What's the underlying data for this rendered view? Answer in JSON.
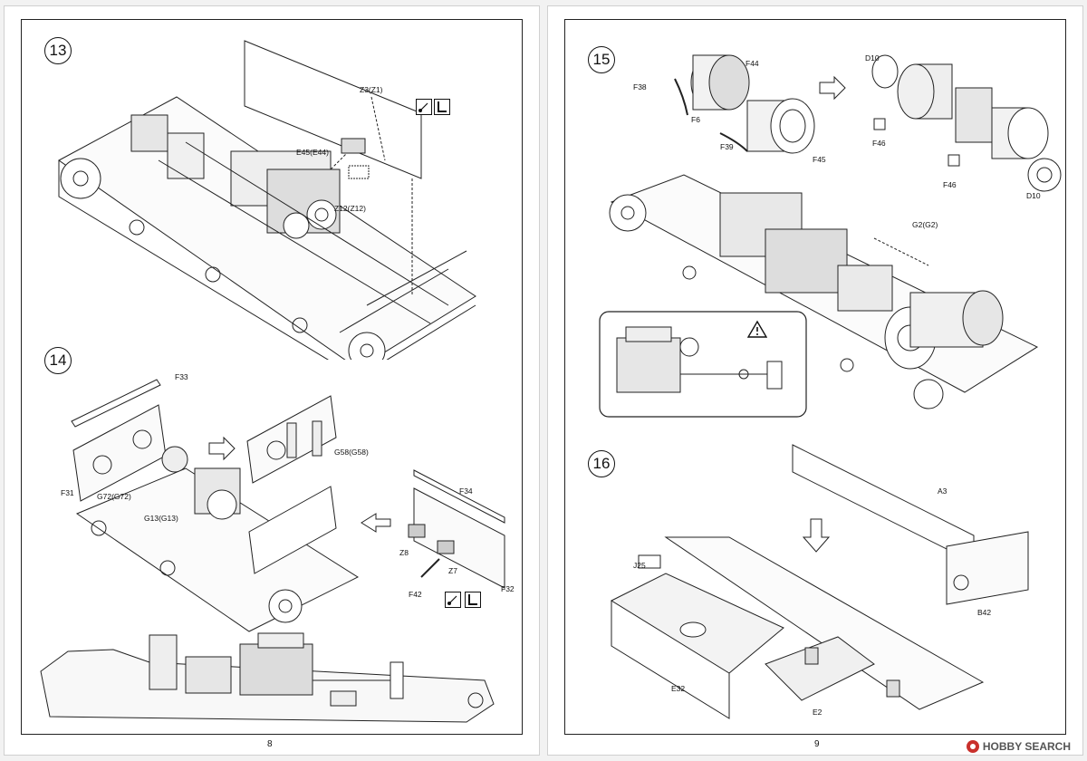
{
  "left_page": {
    "page_number": "8",
    "steps": [
      {
        "number": "13",
        "labels": [
          "Z3(Z1)",
          "E45(E44)",
          "Z12(Z12)"
        ]
      },
      {
        "number": "14",
        "labels": [
          "F33",
          "F31",
          "G72(G72)",
          "G13(G13)",
          "G58(G58)",
          "F34",
          "Z8",
          "Z7",
          "F42",
          "F32"
        ]
      }
    ]
  },
  "right_page": {
    "page_number": "9",
    "steps": [
      {
        "number": "15",
        "labels": [
          "F44",
          "F38",
          "F6",
          "F39",
          "F45",
          "D10",
          "F46",
          "F46",
          "D10",
          "G2(G2)"
        ]
      },
      {
        "number": "16",
        "labels": [
          "A3",
          "J25",
          "B42",
          "E32",
          "E2"
        ]
      }
    ]
  },
  "icons": {
    "tool_icons": [
      "glue-icon",
      "cement-icon"
    ],
    "warning_icon": "warning-triangle-icon"
  },
  "watermark": {
    "text": "HOBBY SEARCH",
    "accent": "#c9302c"
  }
}
